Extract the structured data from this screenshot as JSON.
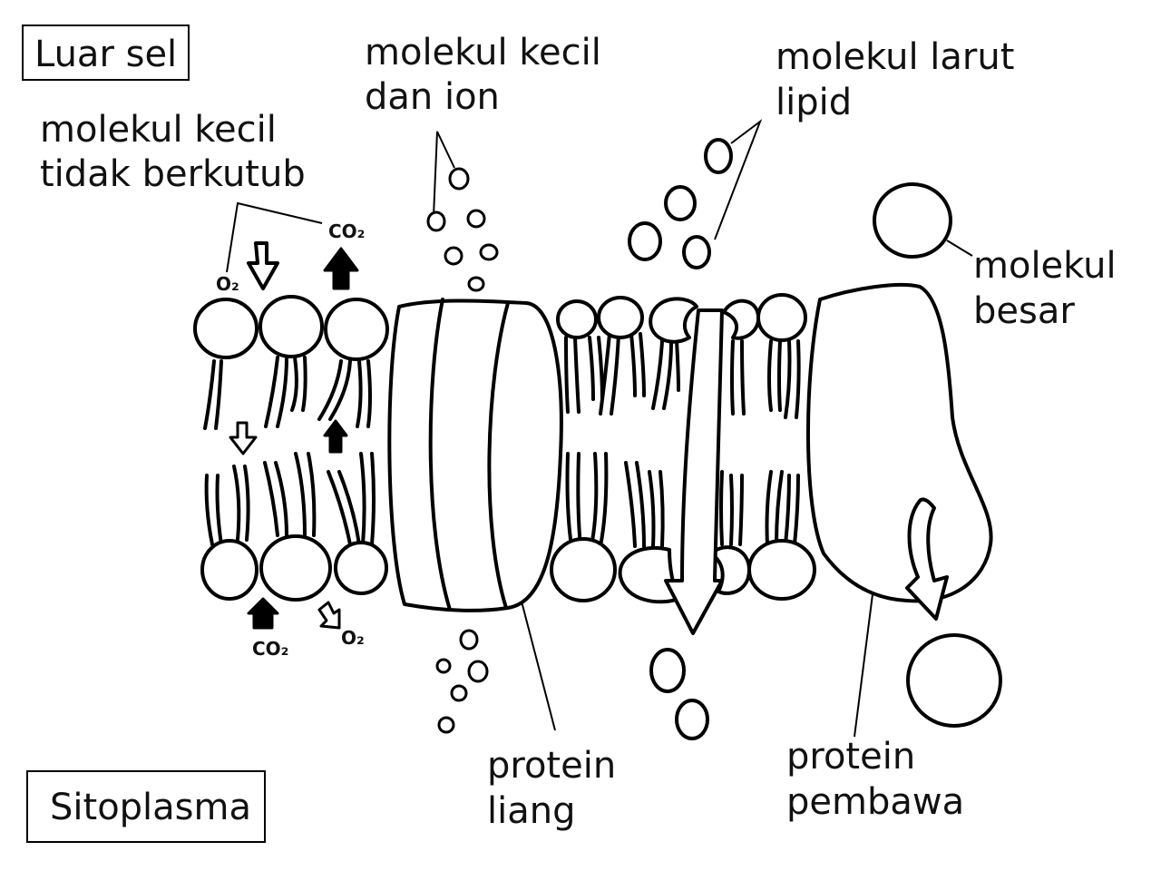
{
  "labels": {
    "outside_cell": "Luar sel",
    "cytoplasm": "Sitoplasma",
    "small_nonpolar_line1": "molekul kecil",
    "small_nonpolar_line2": "tidak berkutub",
    "small_ions_line1": "molekul kecil",
    "small_ions_line2": "dan ion",
    "lipid_soluble_line1": "molekul larut",
    "lipid_soluble_line2": "lipid",
    "large_molecule_line1": "molekul",
    "large_molecule_line2": "besar",
    "channel_protein_line1": "protein",
    "channel_protein_line2": "liang",
    "carrier_protein_line1": "protein",
    "carrier_protein_line2": "pembawa",
    "o2_top": "O₂",
    "co2_top": "CO₂",
    "co2_bottom": "CO₂",
    "o2_bottom": "O₂"
  }
}
